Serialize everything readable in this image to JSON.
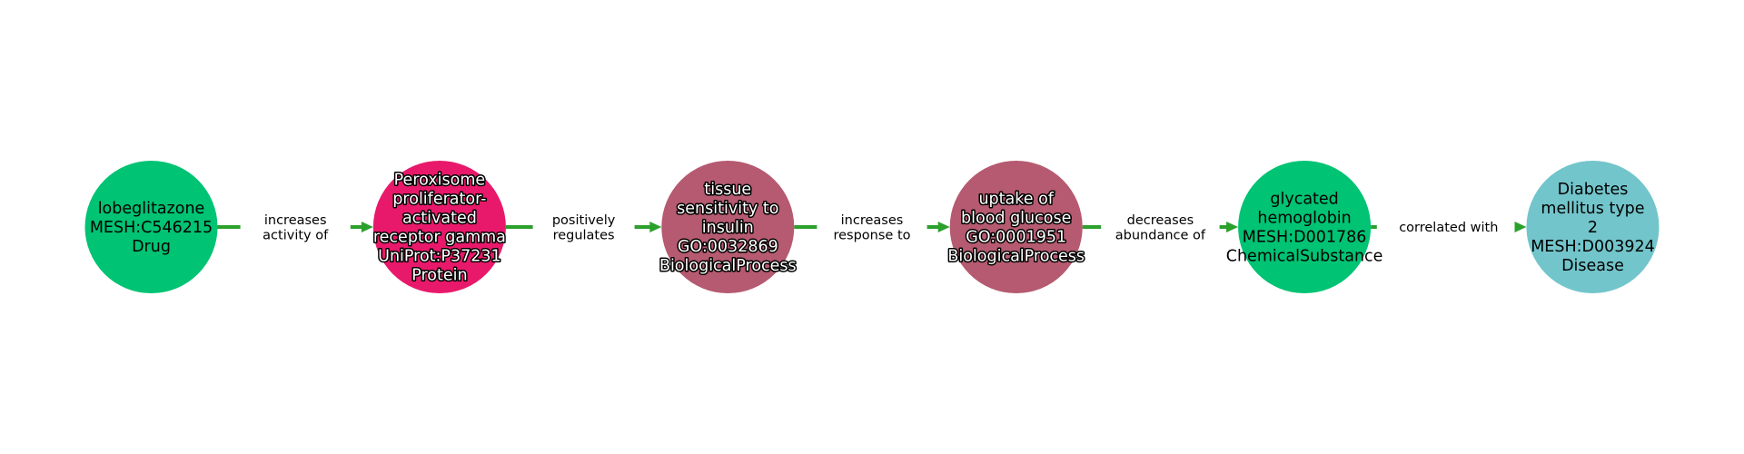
{
  "graph": {
    "edge_color": "#2ca02c",
    "nodes": [
      {
        "lines": [
          "lobeglitazone",
          "MESH:C546215",
          "Drug"
        ],
        "color": "#00c373",
        "text_style": "light"
      },
      {
        "lines": [
          "Peroxisome",
          "proliferator-",
          "activated",
          "receptor gamma",
          "UniProt:P37231",
          "Protein"
        ],
        "color": "#e8196a",
        "text_style": "dark"
      },
      {
        "lines": [
          "tissue",
          "sensitivity to",
          "insulin",
          "GO:0032869",
          "BiologicalProcess"
        ],
        "color": "#b55a70",
        "text_style": "dark"
      },
      {
        "lines": [
          "uptake of",
          "blood glucose",
          "GO:0001951",
          "BiologicalProcess"
        ],
        "color": "#b55a70",
        "text_style": "dark"
      },
      {
        "lines": [
          "glycated",
          "hemoglobin",
          "MESH:D001786",
          "ChemicalSubstance"
        ],
        "color": "#00c373",
        "text_style": "light"
      },
      {
        "lines": [
          "Diabetes",
          "mellitus type",
          "2",
          "MESH:D003924",
          "Disease"
        ],
        "color": "#72c5cb",
        "text_style": "light"
      }
    ],
    "edges": [
      {
        "lines": [
          "increases",
          "activity of"
        ]
      },
      {
        "lines": [
          "positively",
          "regulates"
        ]
      },
      {
        "lines": [
          "increases",
          "response to"
        ]
      },
      {
        "lines": [
          "decreases",
          "abundance of"
        ]
      },
      {
        "lines": [
          "correlated with"
        ]
      }
    ]
  }
}
